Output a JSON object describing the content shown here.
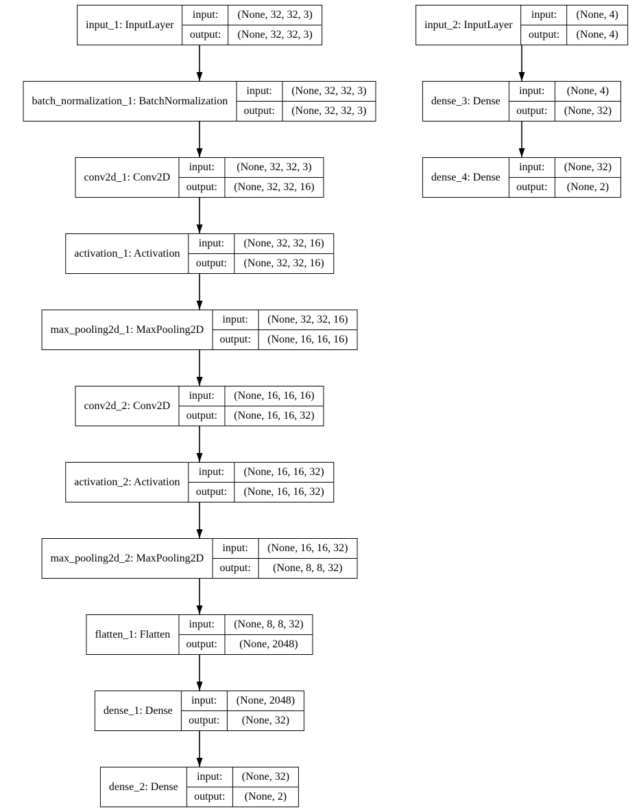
{
  "diagram": {
    "kind": "keras-model-architecture",
    "colors": {
      "background": "#ffffff",
      "box_border": "#000000",
      "text": "#000000",
      "arrow": "#000000"
    },
    "io_labels": {
      "input": "input:",
      "output": "output:"
    },
    "nodes": [
      {
        "id": "input_1",
        "label": "input_1: InputLayer",
        "input_shape": "(None, 32, 32, 3)",
        "output_shape": "(None, 32, 32, 3)"
      },
      {
        "id": "batch_normalization_1",
        "label": "batch_normalization_1: BatchNormalization",
        "input_shape": "(None, 32, 32, 3)",
        "output_shape": "(None, 32, 32, 3)"
      },
      {
        "id": "conv2d_1",
        "label": "conv2d_1: Conv2D",
        "input_shape": "(None, 32, 32, 3)",
        "output_shape": "(None, 32, 32, 16)"
      },
      {
        "id": "activation_1",
        "label": "activation_1: Activation",
        "input_shape": "(None, 32, 32, 16)",
        "output_shape": "(None, 32, 32, 16)"
      },
      {
        "id": "max_pooling2d_1",
        "label": "max_pooling2d_1: MaxPooling2D",
        "input_shape": "(None, 32, 32, 16)",
        "output_shape": "(None, 16, 16, 16)"
      },
      {
        "id": "conv2d_2",
        "label": "conv2d_2: Conv2D",
        "input_shape": "(None, 16, 16, 16)",
        "output_shape": "(None, 16, 16, 32)"
      },
      {
        "id": "activation_2",
        "label": "activation_2: Activation",
        "input_shape": "(None, 16, 16, 32)",
        "output_shape": "(None, 16, 16, 32)"
      },
      {
        "id": "max_pooling2d_2",
        "label": "max_pooling2d_2: MaxPooling2D",
        "input_shape": "(None, 16, 16, 32)",
        "output_shape": "(None, 8, 8, 32)"
      },
      {
        "id": "flatten_1",
        "label": "flatten_1: Flatten",
        "input_shape": "(None, 8, 8, 32)",
        "output_shape": "(None, 2048)"
      },
      {
        "id": "dense_1",
        "label": "dense_1: Dense",
        "input_shape": "(None, 2048)",
        "output_shape": "(None, 32)"
      },
      {
        "id": "dense_2",
        "label": "dense_2: Dense",
        "input_shape": "(None, 32)",
        "output_shape": "(None, 2)"
      },
      {
        "id": "input_2",
        "label": "input_2: InputLayer",
        "input_shape": "(None, 4)",
        "output_shape": "(None, 4)"
      },
      {
        "id": "dense_3",
        "label": "dense_3: Dense",
        "input_shape": "(None, 4)",
        "output_shape": "(None, 32)"
      },
      {
        "id": "dense_4",
        "label": "dense_4: Dense",
        "input_shape": "(None, 32)",
        "output_shape": "(None, 2)"
      }
    ],
    "edges": [
      {
        "from": "input_1",
        "to": "batch_normalization_1"
      },
      {
        "from": "batch_normalization_1",
        "to": "conv2d_1"
      },
      {
        "from": "conv2d_1",
        "to": "activation_1"
      },
      {
        "from": "activation_1",
        "to": "max_pooling2d_1"
      },
      {
        "from": "max_pooling2d_1",
        "to": "conv2d_2"
      },
      {
        "from": "conv2d_2",
        "to": "activation_2"
      },
      {
        "from": "activation_2",
        "to": "max_pooling2d_2"
      },
      {
        "from": "max_pooling2d_2",
        "to": "flatten_1"
      },
      {
        "from": "flatten_1",
        "to": "dense_1"
      },
      {
        "from": "dense_1",
        "to": "dense_2"
      },
      {
        "from": "input_2",
        "to": "dense_3"
      },
      {
        "from": "dense_3",
        "to": "dense_4"
      }
    ]
  }
}
